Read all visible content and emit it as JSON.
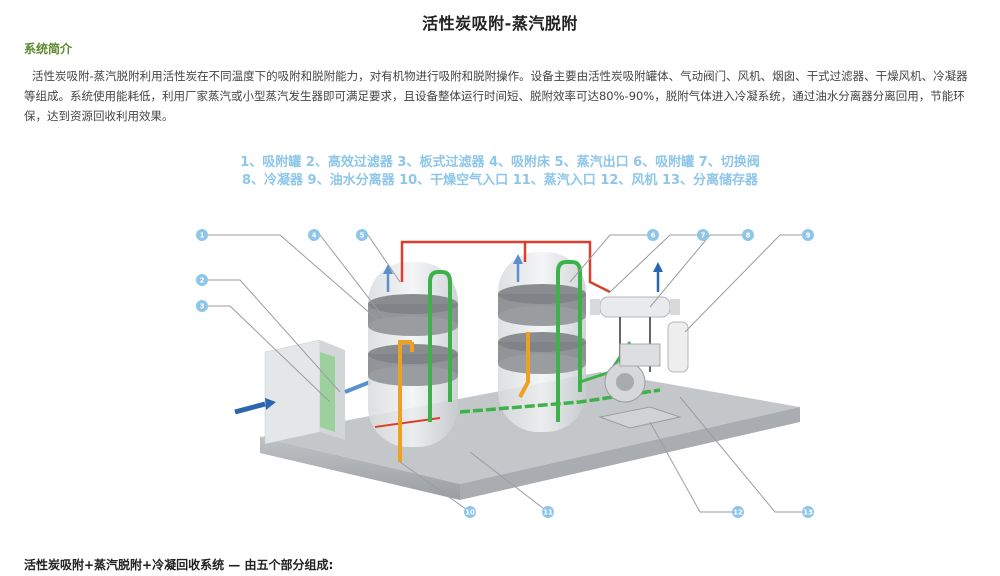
{
  "title": "活性炭吸附-蒸汽脱附",
  "section_heading": "系统简介",
  "intro": "活性炭吸附-蒸汽脱附利用活性炭在不同温度下的吸附和脱附能力，对有机物进行吸附和脱附操作。设备主要由活性炭吸附罐体、气动阀门、风机、烟囱、干式过滤器、干燥风机、冷凝器等组成。系统使用能耗低，利用厂家蒸汽或小型蒸汽发生器即可满足要求，且设备整体运行时间短、脱附效率可达80%-90%，脱附气体进入冷凝系统，通过油水分离器分离回用，节能环保，达到资源回收利用效果。",
  "legend": {
    "line1": "1、吸附罐 2、高效过滤器 3、板式过滤器 4、吸附床 5、蒸汽出口 6、吸附罐 7、切换阀",
    "line2": "8、冷凝器 9、油水分离器 10、干燥空气入口 11、蒸汽入口 12、风机 13、分离储存器"
  },
  "markers": [
    "1",
    "2",
    "3",
    "4",
    "5",
    "6",
    "7",
    "8",
    "9",
    "10",
    "11",
    "12",
    "13"
  ],
  "bottom_text": "活性炭吸附+蒸汽脱附+冷凝回收系统 — 由五个部分组成:",
  "colors": {
    "title": "#222222",
    "section_heading": "#5e8a2e",
    "legend": "#8ec6ea",
    "marker": "#8ec6ea",
    "pipe_green": "#3cb34a",
    "pipe_orange": "#f0a020",
    "pipe_red": "#d9412c",
    "pipe_blue": "#2a65b0"
  }
}
